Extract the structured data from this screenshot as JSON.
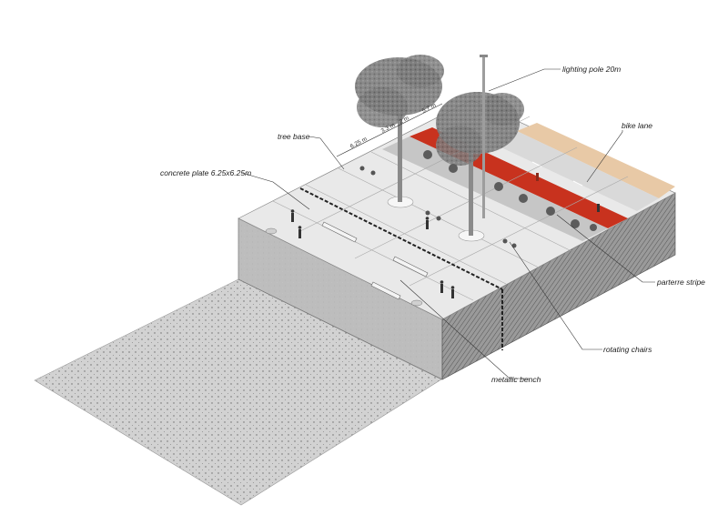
{
  "diagram": {
    "labels": {
      "lighting_pole": "lighting pole 20m",
      "bike_lane": "bike lane",
      "tree_base": "tree base",
      "concrete_plate": "concrete plate 6.25x6.25m",
      "parterre_stripe": "parterre stripe",
      "rotating_chairs": "rotating chairs",
      "metallic_bench": "metallic bench"
    },
    "dimensions": {
      "d1": "6.25 m",
      "d2": "3.3 m",
      "d3": "2 m",
      "d4": "5.7 m"
    },
    "colors": {
      "bike_lane": "#c8321e",
      "pedestrian_strip": "#e8c9a6",
      "paving": "#e7e7e7",
      "wall": "#b9b9b9",
      "ground": "#cfcfcf",
      "tree_canopy": "#7a7a7a"
    }
  }
}
